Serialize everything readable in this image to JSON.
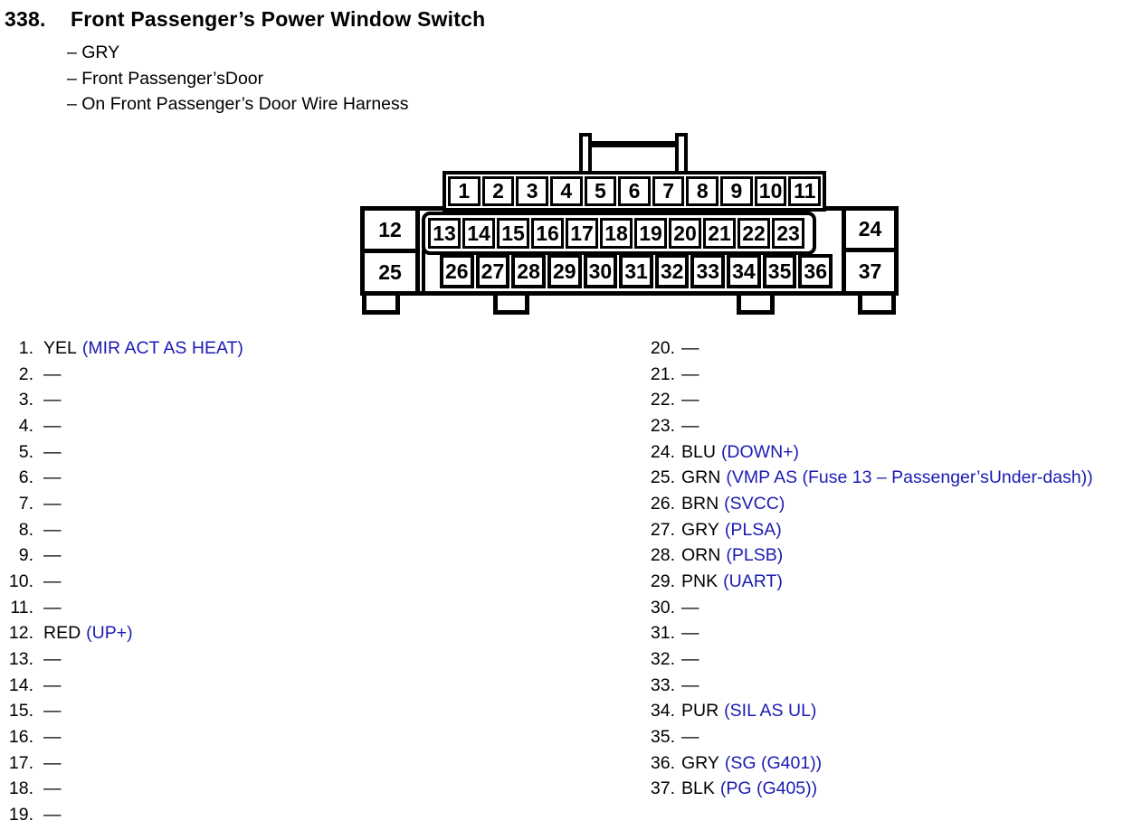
{
  "header": {
    "number": "338.",
    "title": "Front Passenger’s Power Window Switch",
    "details": [
      "– GRY",
      "– Front Passenger’sDoor",
      "– On Front Passenger’s Door Wire Harness"
    ]
  },
  "connector": {
    "top_row_pins": [
      "1",
      "2",
      "3",
      "4",
      "5",
      "6",
      "7",
      "8",
      "9",
      "10",
      "11"
    ],
    "middle_row_pins": [
      "13",
      "14",
      "15",
      "16",
      "17",
      "18",
      "19",
      "20",
      "21",
      "22",
      "23"
    ],
    "bottom_row_pins": [
      "26",
      "27",
      "28",
      "29",
      "30",
      "31",
      "32",
      "33",
      "34",
      "35",
      "36"
    ],
    "left_top_pin": "12",
    "left_bottom_pin": "25",
    "right_top_pin": "24",
    "right_bottom_pin": "37"
  },
  "pin_list": {
    "left": [
      {
        "num": "1.",
        "wire": "YEL",
        "signal": "(MIR ACT AS HEAT)"
      },
      {
        "num": "2.",
        "wire": "—",
        "signal": ""
      },
      {
        "num": "3.",
        "wire": "—",
        "signal": ""
      },
      {
        "num": "4.",
        "wire": "—",
        "signal": ""
      },
      {
        "num": "5.",
        "wire": "—",
        "signal": ""
      },
      {
        "num": "6.",
        "wire": "—",
        "signal": ""
      },
      {
        "num": "7.",
        "wire": "—",
        "signal": ""
      },
      {
        "num": "8.",
        "wire": "—",
        "signal": ""
      },
      {
        "num": "9.",
        "wire": "—",
        "signal": ""
      },
      {
        "num": "10.",
        "wire": "—",
        "signal": ""
      },
      {
        "num": "11.",
        "wire": "—",
        "signal": ""
      },
      {
        "num": "12.",
        "wire": "RED",
        "signal": "(UP+)"
      },
      {
        "num": "13.",
        "wire": "—",
        "signal": ""
      },
      {
        "num": "14.",
        "wire": "—",
        "signal": ""
      },
      {
        "num": "15.",
        "wire": "—",
        "signal": ""
      },
      {
        "num": "16.",
        "wire": "—",
        "signal": ""
      },
      {
        "num": "17.",
        "wire": "—",
        "signal": ""
      },
      {
        "num": "18.",
        "wire": "—",
        "signal": ""
      },
      {
        "num": "19.",
        "wire": "—",
        "signal": ""
      }
    ],
    "right": [
      {
        "num": "20.",
        "wire": "—",
        "signal": ""
      },
      {
        "num": "21.",
        "wire": "—",
        "signal": ""
      },
      {
        "num": "22.",
        "wire": "—",
        "signal": ""
      },
      {
        "num": "23.",
        "wire": "—",
        "signal": ""
      },
      {
        "num": "24.",
        "wire": "BLU",
        "signal": "(DOWN+)"
      },
      {
        "num": "25.",
        "wire": "GRN",
        "signal": "(VMP AS (Fuse 13 – Passenger’sUnder-dash))"
      },
      {
        "num": "26.",
        "wire": "BRN",
        "signal": "(SVCC)"
      },
      {
        "num": "27.",
        "wire": "GRY",
        "signal": "(PLSA)"
      },
      {
        "num": "28.",
        "wire": "ORN",
        "signal": "(PLSB)"
      },
      {
        "num": "29.",
        "wire": "PNK",
        "signal": "(UART)"
      },
      {
        "num": "30.",
        "wire": "—",
        "signal": ""
      },
      {
        "num": "31.",
        "wire": "—",
        "signal": ""
      },
      {
        "num": "32.",
        "wire": "—",
        "signal": ""
      },
      {
        "num": "33.",
        "wire": "—",
        "signal": ""
      },
      {
        "num": "34.",
        "wire": "PUR",
        "signal": "(SIL AS UL)"
      },
      {
        "num": "35.",
        "wire": "—",
        "signal": ""
      },
      {
        "num": "36.",
        "wire": "GRY",
        "signal": "(SG (G401))"
      },
      {
        "num": "37.",
        "wire": "BLK",
        "signal": "(PG (G405))"
      }
    ]
  },
  "colors": {
    "signal_blue": "#1b1bb3",
    "text": "#000000",
    "line": "#000000",
    "background": "#ffffff"
  }
}
